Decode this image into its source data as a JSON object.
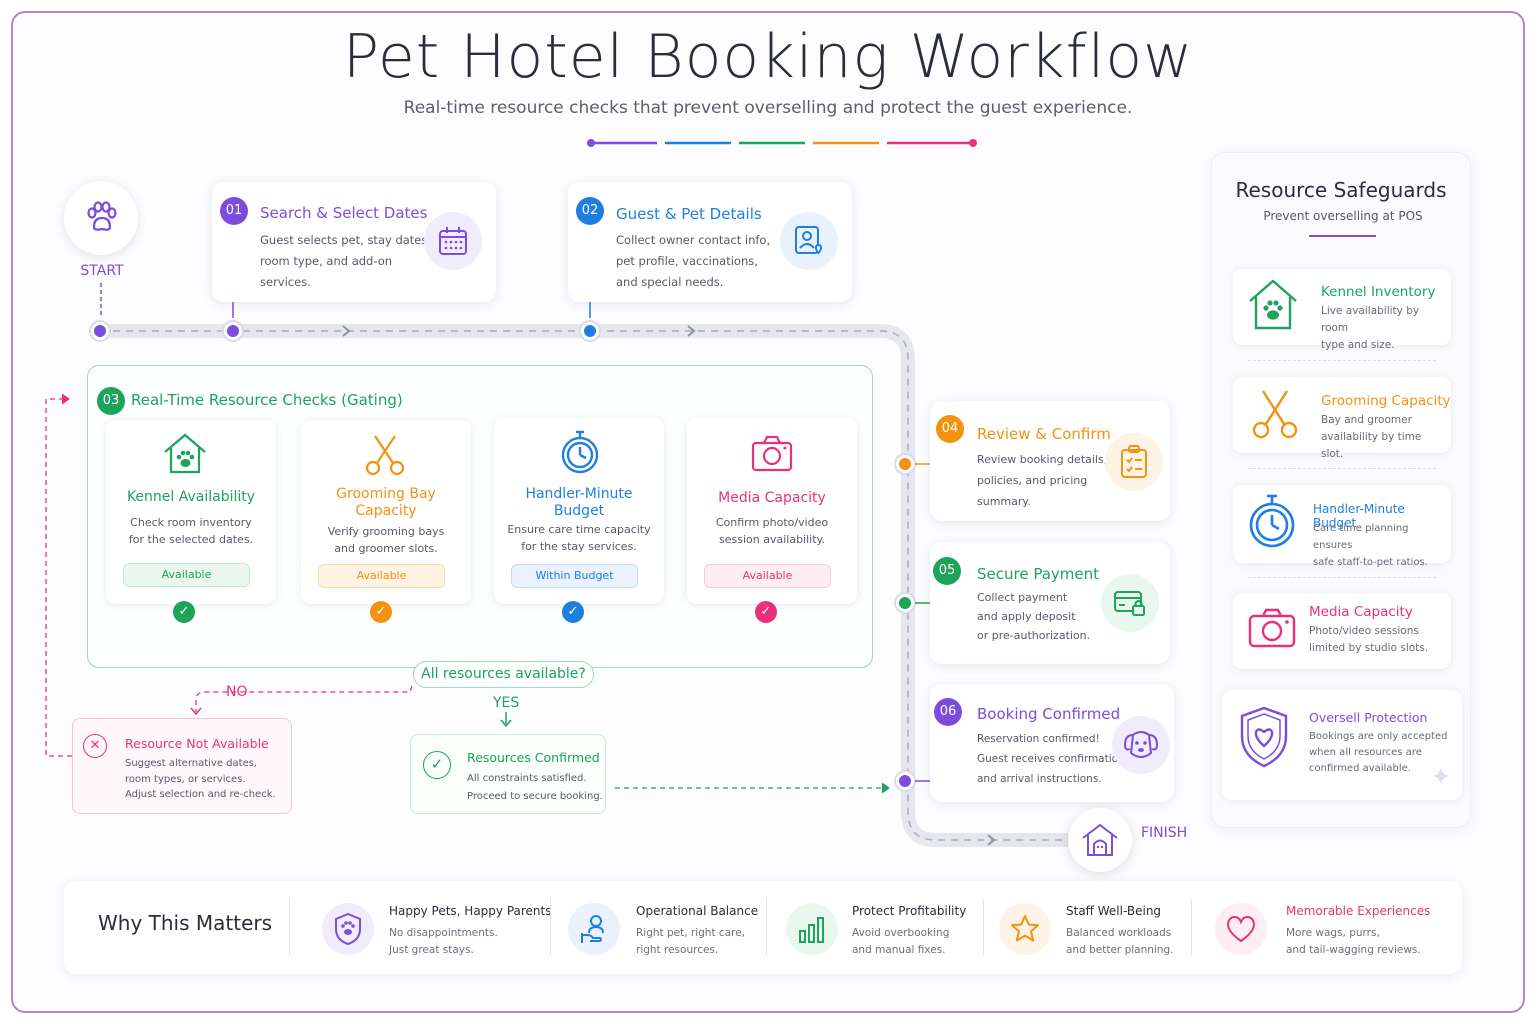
{
  "header": {
    "title": "Pet Hotel Booking Workflow",
    "subtitle": "Real-time resource checks that prevent overselling and protect the guest experience."
  },
  "colors": {
    "purple": "#7c4ddb",
    "blue": "#1f7fe0",
    "green": "#1da35a",
    "orange": "#f2920f",
    "pink": "#e8317a",
    "red": "#e8475f"
  },
  "start_label": "START",
  "finish_label": "FINISH",
  "steps": [
    {
      "num": "01",
      "title": "Search & Select Dates",
      "desc": [
        "Guest selects pet, stay dates,",
        "room type, and add-on",
        "services."
      ],
      "icon": "calendar-icon"
    },
    {
      "num": "02",
      "title": "Guest & Pet Details",
      "desc": [
        "Collect owner contact info,",
        "pet profile, vaccinations,",
        "and special needs."
      ],
      "icon": "profile-heart-icon"
    },
    {
      "num": "04",
      "title": "Review & Confirm",
      "desc": [
        "Review booking details,",
        "policies, and pricing",
        "summary."
      ],
      "icon": "clipboard-check-icon"
    },
    {
      "num": "05",
      "title": "Secure Payment",
      "desc": [
        "Collect payment",
        "and apply deposit",
        "or pre-authorization."
      ],
      "icon": "card-lock-icon"
    },
    {
      "num": "06",
      "title": "Booking Confirmed",
      "desc": [
        "Reservation confirmed!",
        "Guest receives confirmation",
        "and arrival instructions."
      ],
      "icon": "dog-face-icon"
    }
  ],
  "gating": {
    "num": "03",
    "title": "Real-Time Resource Checks (Gating)",
    "checks": [
      {
        "title": [
          "Kennel Availability"
        ],
        "desc": [
          "Check room inventory",
          "for the selected dates."
        ],
        "status": "Available",
        "icon": "kennel-paw-icon"
      },
      {
        "title": [
          "Grooming Bay",
          "Capacity"
        ],
        "desc": [
          "Verify grooming bays",
          "and groomer slots."
        ],
        "status": "Available",
        "icon": "scissors-icon"
      },
      {
        "title": [
          "Handler-Minute",
          "Budget"
        ],
        "desc": [
          "Ensure care time capacity",
          "for the stay services."
        ],
        "status": "Within Budget",
        "icon": "stopwatch-icon"
      },
      {
        "title": [
          "Media Capacity"
        ],
        "desc": [
          "Confirm photo/video",
          "session availability."
        ],
        "status": "Available",
        "icon": "camera-icon"
      }
    ],
    "question": "All resources available?",
    "no_label": "NO",
    "yes_label": "YES"
  },
  "not_available": {
    "title": "Resource Not Available",
    "desc": [
      "Suggest alternative dates,",
      "room types, or services.",
      "Adjust selection and re-check."
    ]
  },
  "confirmed": {
    "title": "Resources Confirmed",
    "desc": [
      "All constraints satisfied.",
      "Proceed to secure booking."
    ]
  },
  "safeguards": {
    "title": "Resource Safeguards",
    "subtitle": "Prevent overselling at POS",
    "items": [
      {
        "title": "Kennel Inventory",
        "desc": [
          "Live availability by room",
          "type and size."
        ],
        "icon": "kennel-paw-icon"
      },
      {
        "title": "Grooming Capacity",
        "desc": [
          "Bay and groomer",
          "availability by time slot."
        ],
        "icon": "scissors-icon"
      },
      {
        "title": "Handler-Minute Budget",
        "desc": [
          "Care time planning ensures",
          "safe staff-to-pet ratios."
        ],
        "icon": "stopwatch-icon"
      },
      {
        "title": "Media Capacity",
        "desc": [
          "Photo/video sessions",
          "limited by studio slots."
        ],
        "icon": "camera-icon"
      },
      {
        "title": "Oversell Protection",
        "desc": [
          "Bookings are only accepted",
          "when all resources are",
          "confirmed available."
        ],
        "icon": "shield-heart-icon"
      }
    ]
  },
  "why": {
    "title": "Why This Matters",
    "items": [
      {
        "title": "Happy Pets, Happy Parents",
        "desc": [
          "No disappointments.",
          "Just great stays."
        ],
        "icon": "shield-paw-icon"
      },
      {
        "title": "Operational Balance",
        "desc": [
          "Right pet, right care,",
          "right resources."
        ],
        "icon": "hand-person-icon"
      },
      {
        "title": "Protect Profitability",
        "desc": [
          "Avoid overbooking",
          "and manual fixes."
        ],
        "icon": "bar-chart-icon"
      },
      {
        "title": "Staff Well-Being",
        "desc": [
          "Balanced workloads",
          "and better planning."
        ],
        "icon": "star-icon"
      },
      {
        "title": "Memorable Experiences",
        "desc": [
          "More wags, purrs,",
          "and tail-wagging reviews."
        ],
        "icon": "heart-icon"
      }
    ]
  }
}
